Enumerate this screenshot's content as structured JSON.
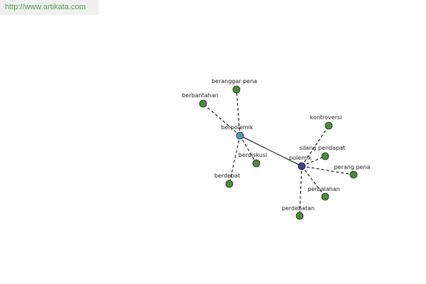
{
  "site": {
    "url_text": "http://www.artikata.com"
  },
  "colors": {
    "leaf_node": "#4a8c3a",
    "hub_berpolemik": "#4f9aa8",
    "hub_polemik": "#3b3f8f",
    "node_stroke": "#2a2a2a",
    "edge": "#000000",
    "link_text": "#5a9a5a",
    "banner_bg": "#f0f0f0"
  },
  "graph": {
    "nodes": [
      {
        "id": "berpolemik",
        "label": "berpolemik",
        "kind": "hub"
      },
      {
        "id": "polemik",
        "label": "polemik",
        "kind": "hub"
      },
      {
        "id": "beranggar_pena",
        "label": "beranggar pena",
        "kind": "leaf"
      },
      {
        "id": "berbantahan",
        "label": "berbantahan",
        "kind": "leaf"
      },
      {
        "id": "berdiskusi",
        "label": "berdiskusi",
        "kind": "leaf"
      },
      {
        "id": "berdebat",
        "label": "berdebat",
        "kind": "leaf"
      },
      {
        "id": "kontroversi",
        "label": "kontroversi",
        "kind": "leaf"
      },
      {
        "id": "silang_pendapat",
        "label": "silang pendapat",
        "kind": "leaf"
      },
      {
        "id": "perang_pena",
        "label": "perang pena",
        "kind": "leaf"
      },
      {
        "id": "perbalahan",
        "label": "perbalahan",
        "kind": "leaf"
      },
      {
        "id": "perdebatan",
        "label": "perdebatan",
        "kind": "leaf"
      }
    ],
    "edges": [
      {
        "from": "berpolemik",
        "to": "polemik",
        "style": "solid"
      },
      {
        "from": "berpolemik",
        "to": "beranggar_pena",
        "style": "dashed"
      },
      {
        "from": "berpolemik",
        "to": "berbantahan",
        "style": "dashed"
      },
      {
        "from": "berpolemik",
        "to": "berdiskusi",
        "style": "dashed"
      },
      {
        "from": "berpolemik",
        "to": "berdebat",
        "style": "dashed"
      },
      {
        "from": "polemik",
        "to": "kontroversi",
        "style": "dashed"
      },
      {
        "from": "polemik",
        "to": "silang_pendapat",
        "style": "dashed"
      },
      {
        "from": "polemik",
        "to": "perang_pena",
        "style": "dashed"
      },
      {
        "from": "polemik",
        "to": "perbalahan",
        "style": "dashed"
      },
      {
        "from": "polemik",
        "to": "perdebatan",
        "style": "dashed"
      }
    ]
  }
}
